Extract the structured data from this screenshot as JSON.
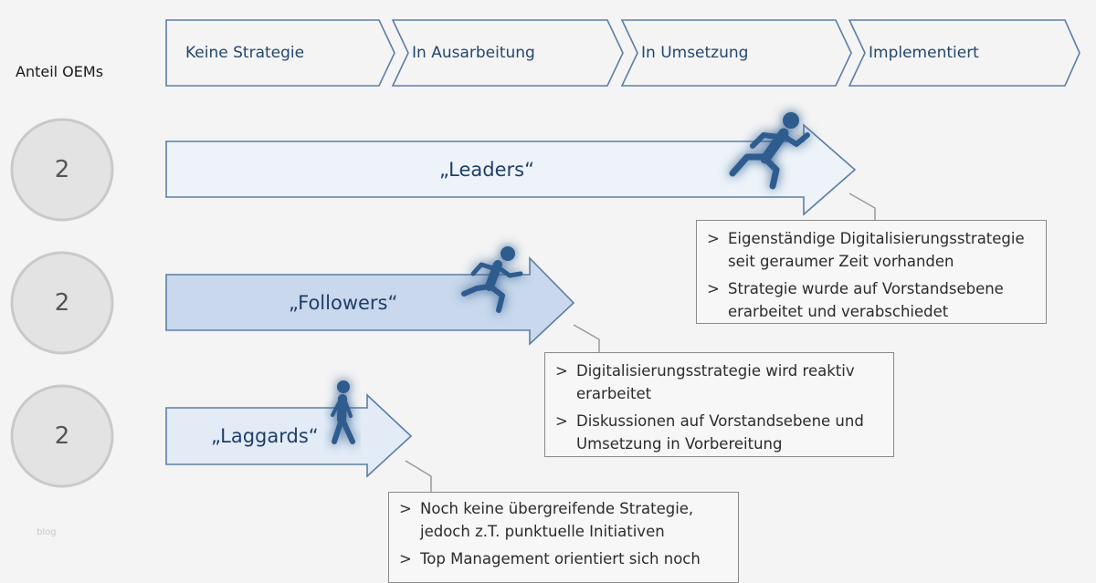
{
  "header": {
    "side_title": "Anteil OEMs",
    "phases": [
      "Keine Strategie",
      "In Ausarbeitung",
      "In Umsetzung",
      "Implementiert"
    ]
  },
  "groups": [
    {
      "count": "2",
      "label": "„Leaders“",
      "progress": 1.0,
      "bullets": [
        "Eigenständige Digitalisierungsstrategie seit geraumer Zeit vorhanden",
        "Strategie wurde auf Vorstandsebene erarbeitet und verabschiedet"
      ],
      "icon": "runner-sprint-icon"
    },
    {
      "count": "2",
      "label": "„Followers“",
      "progress": 0.6,
      "bullets": [
        "Digitalisierungsstrategie wird reaktiv erarbeitet",
        "Diskussionen auf Vorstandsebene und Umsetzung in Vorbereitung"
      ],
      "icon": "runner-jog-icon"
    },
    {
      "count": "2",
      "label": "„Laggards“",
      "progress": 0.35,
      "bullets": [
        "Noch keine übergreifende Strategie, jedoch z.T. punktuelle Initiativen",
        "Top Management orientiert sich noch"
      ],
      "icon": "walker-icon"
    }
  ],
  "watermark": "blog",
  "colors": {
    "phase_arrow_stroke": "#5b7ea6",
    "leaders_fill": "#eef3f9",
    "followers_fill": "#c9d8ec",
    "laggards_fill": "#e2ebf6",
    "icon_color": "#2f5c8f",
    "circle_fill": "#e3e3e3",
    "circle_stroke": "#c9c9c9"
  }
}
